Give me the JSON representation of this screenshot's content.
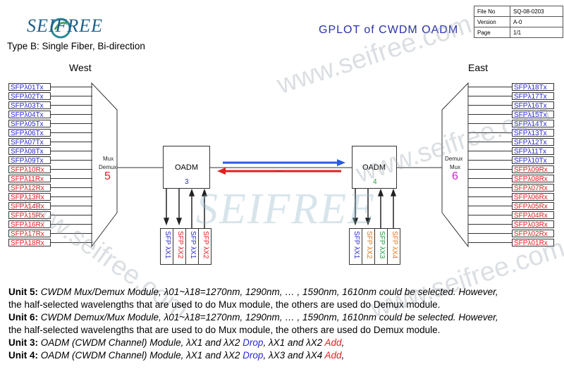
{
  "brand": {
    "logo_text": "SEIFREE",
    "watermark_text": "www.seifree.com"
  },
  "header": {
    "title": "GPLOT of CWDM OADM",
    "info_rows": [
      {
        "key": "File No",
        "value": "SQ-08-0203"
      },
      {
        "key": "Version",
        "value": "A-0"
      },
      {
        "key": "Page",
        "value": "1/1"
      }
    ]
  },
  "subtitle": "Type B: Single Fiber, Bi-direction",
  "west": {
    "label": "West",
    "ports": [
      "SFPλ01Tx",
      "SFPλ02Tx",
      "SFPλ03Tx",
      "SFPλ04Tx",
      "SFPλ05Tx",
      "SFPλ06Tx",
      "SFPλ07Tx",
      "SFPλ08Tx",
      "SFPλ09Tx",
      "SFPλ10Rx",
      "SFPλ11Rx",
      "SFPλ12Rx",
      "SFPλ13Rx",
      "SFPλ14Rx",
      "SFPλ15Rx",
      "SFPλ16Rx",
      "SFPλ17Rx",
      "SFPλ18Rx"
    ],
    "module_label_1": "Mux",
    "module_label_2": "Demux",
    "module_num": "5"
  },
  "east": {
    "label": "East",
    "ports": [
      "SFPλ18Tx",
      "SFPλ17Tx",
      "SFPλ16Tx",
      "SFPλ15Tx",
      "SFPλ14Tx",
      "SFPλ13Tx",
      "SFPλ12Tx",
      "SFPλ11Tx",
      "SFPλ10Tx",
      "SFPλ09Rx",
      "SFPλ08Rx",
      "SFPλ07Rx",
      "SFPλ06Rx",
      "SFPλ05Rx",
      "SFPλ04Rx",
      "SFPλ03Rx",
      "SFPλ02Rx",
      "SFPλ01Rx"
    ],
    "module_label_1": "Demux",
    "module_label_2": "Mux",
    "module_num": "6"
  },
  "oadm_left": {
    "label": "OADM",
    "num": "3",
    "sfps": [
      {
        "text": "SFP λX1",
        "color": "#2a2ad0"
      },
      {
        "text": "SFP λX2",
        "color": "#e02020"
      },
      {
        "text": "SFP λX1",
        "color": "#2a2ad0"
      },
      {
        "text": "SFP λX2",
        "color": "#e02020"
      }
    ]
  },
  "oadm_right": {
    "label": "OADM",
    "num": "4",
    "sfps": [
      {
        "text": "SFP λX1",
        "color": "#2a2ad0"
      },
      {
        "text": "SFP λX2",
        "color": "#e07a20"
      },
      {
        "text": "SFP λX3",
        "color": "#20a040"
      },
      {
        "text": "SFP λX4",
        "color": "#e07a20"
      }
    ]
  },
  "link": {
    "ellipsis": "…"
  },
  "notes": [
    {
      "unit": "Unit 5",
      "line1": "CWDM Mux/Demux Module, λ01~λ18=1270nm, 1290nm, … , 1590nm, 1610nm could be selected. However,",
      "line2": "the half-selected wavelengths that are used to do Mux module, the others are used do Demux module."
    },
    {
      "unit": "Unit 6",
      "line1": "CWDM Demux/Mux Module, λ01~λ18=1270nm, 1290nm, … , 1590nm, 1610nm could be selected. However,",
      "line2": "the half-selected wavelengths that are used to do Mux module, the others are used do Demux module."
    },
    {
      "unit": "Unit 3",
      "p1": "OADM (CWDM Channel) Module, λX1 and λX2 ",
      "drop": "Drop",
      "p2": ", λX1 and λX2 ",
      "add": "Add",
      "p3": ","
    },
    {
      "unit": "Unit 4",
      "p1": "OADM (CWDM Channel) Module, λX1 and λX2 ",
      "drop": "Drop",
      "p2": ", λX3 and λX4 ",
      "add": "Add",
      "p3": ","
    }
  ],
  "colors": {
    "tx": "#2a2ad0",
    "rx": "#e02020",
    "title": "#2a32a8",
    "west_num": "#e02020",
    "east_num": "#d020d0",
    "oadm3_num": "#2a2ad0",
    "oadm4_num": "#20a040"
  }
}
